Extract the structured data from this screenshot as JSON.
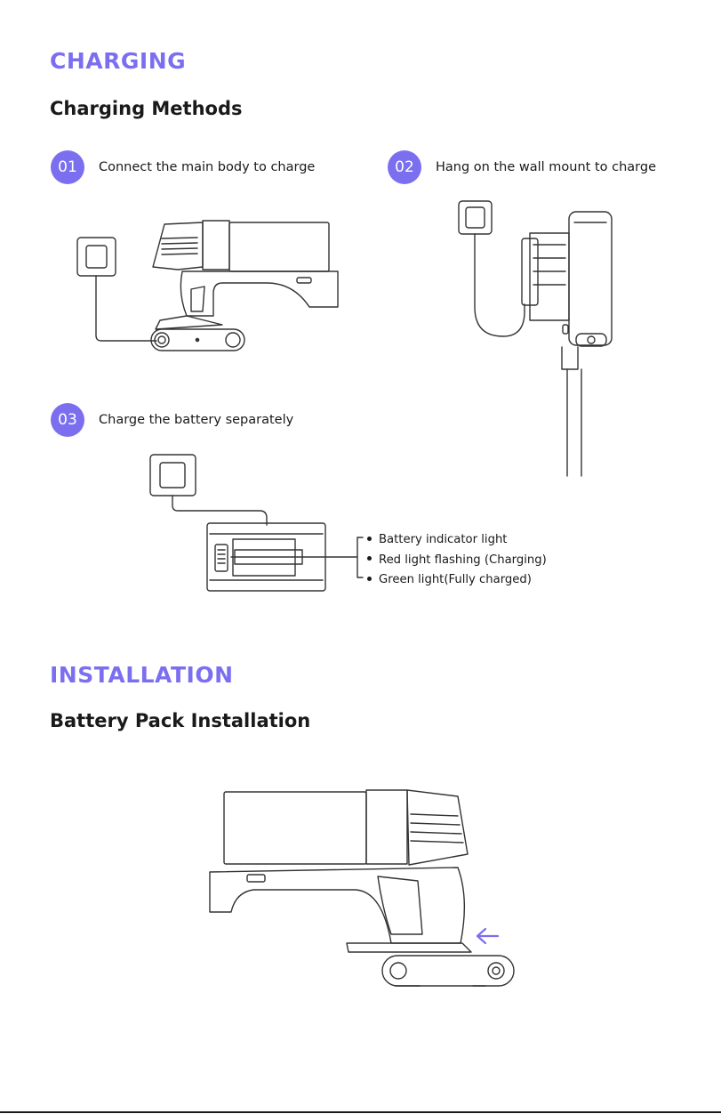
{
  "charging": {
    "title": "CHARGING",
    "subtitle": "Charging Methods",
    "steps": [
      {
        "number": "01",
        "label": "Connect the main body to charge"
      },
      {
        "number": "02",
        "label": "Hang on the wall mount to charge"
      },
      {
        "number": "03",
        "label": "Charge the battery separately"
      }
    ],
    "battery_indicator": [
      "Battery indicator light",
      "Red light flashing (Charging)",
      "Green light(Fully charged)"
    ]
  },
  "installation": {
    "title": "INSTALLATION",
    "subtitle": "Battery Pack Installation"
  },
  "colors": {
    "accent": "#7b6ff0",
    "text": "#1a1a1a",
    "line": "#333333"
  }
}
